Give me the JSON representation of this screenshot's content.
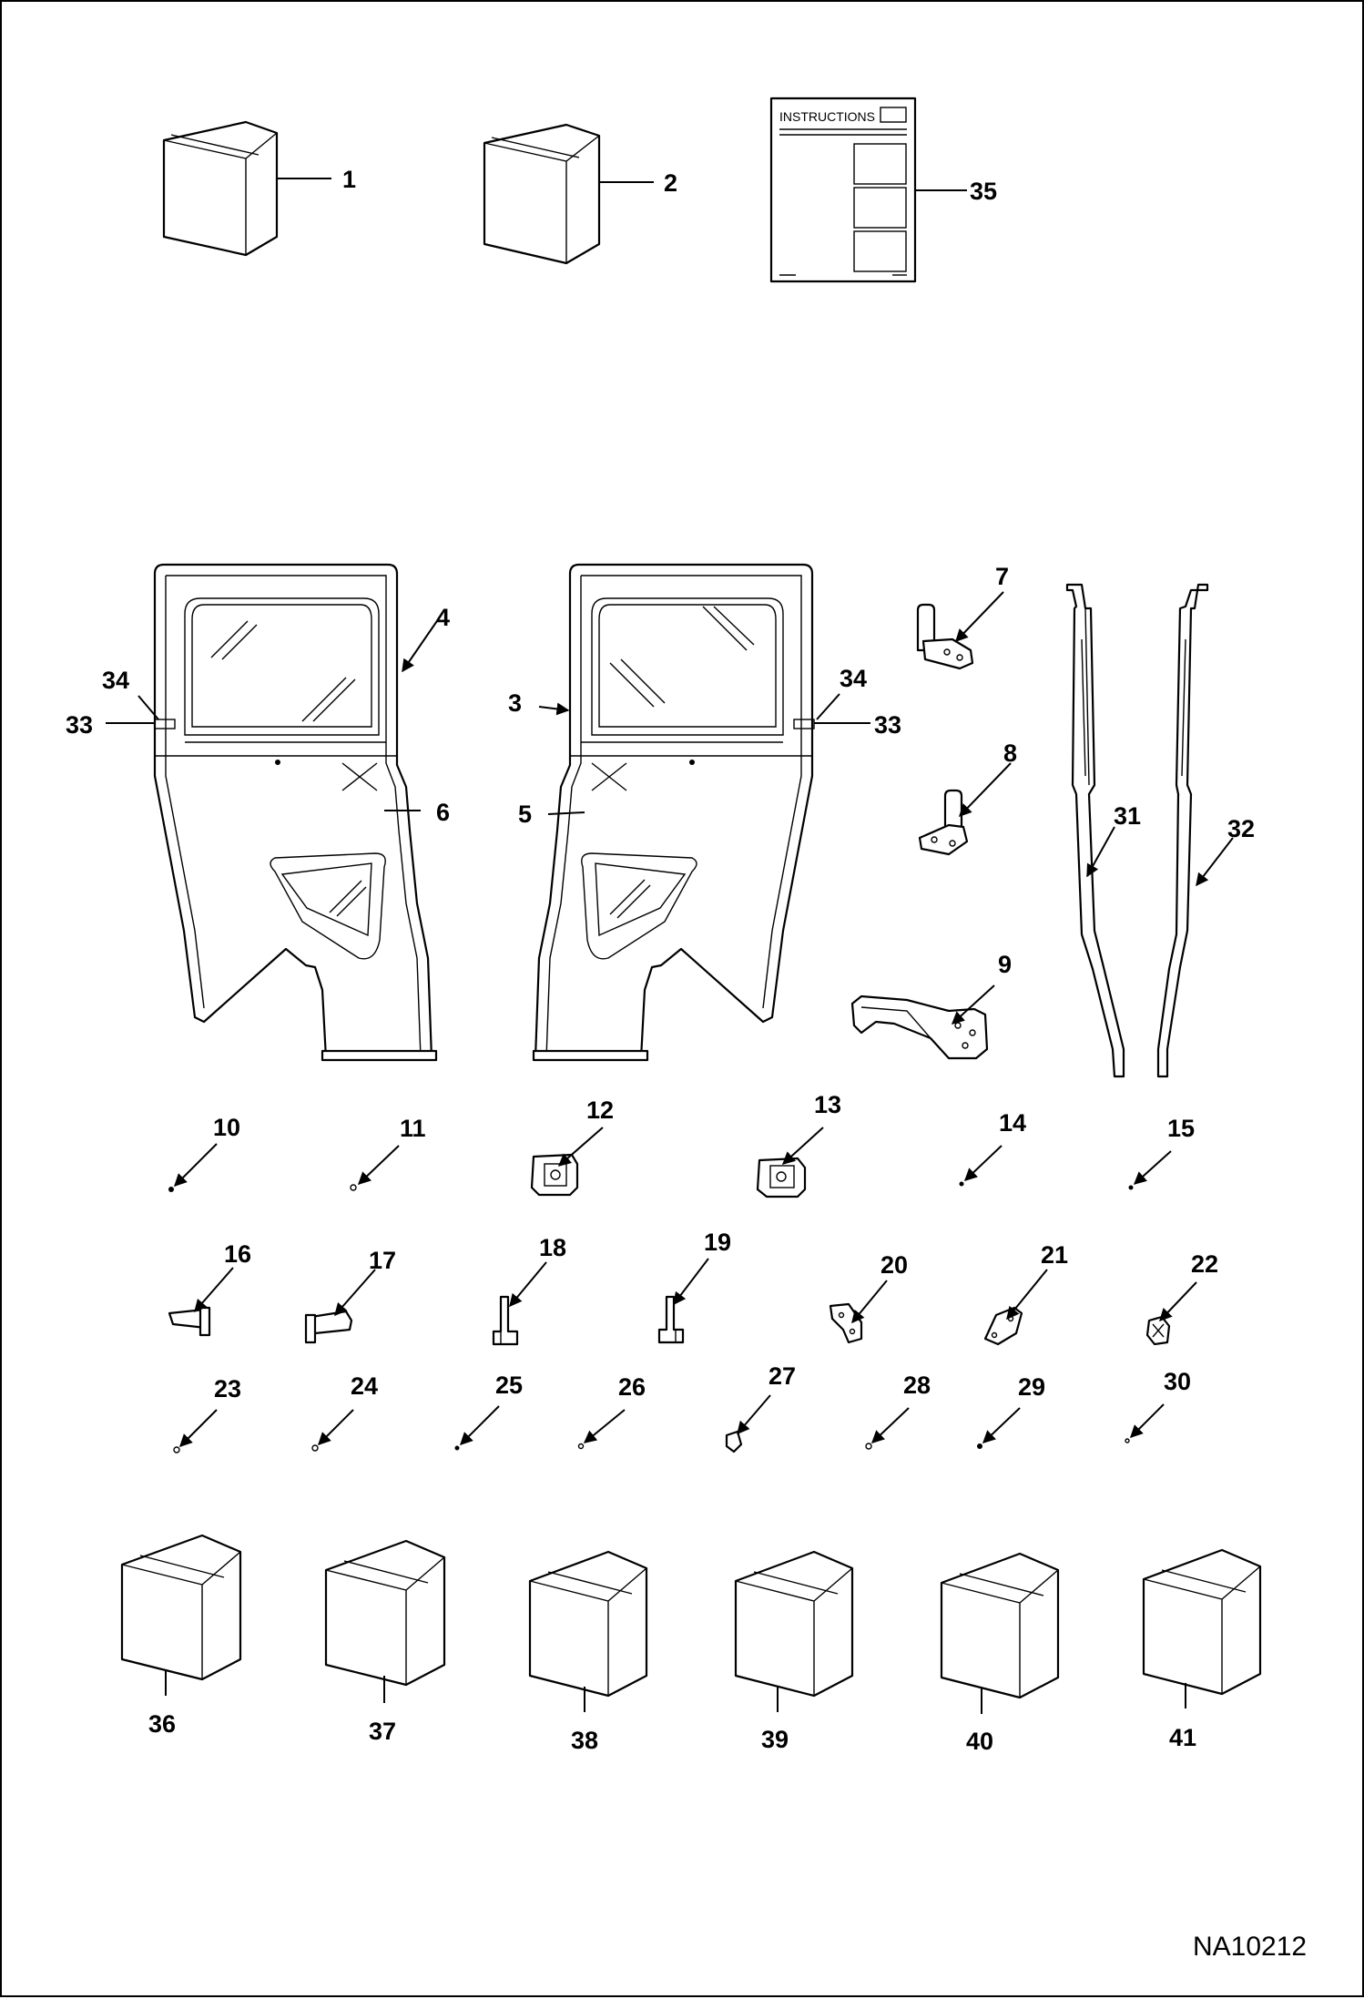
{
  "reference_code": "NA10212",
  "instructions_sheet": {
    "title": "INSTRUCTIONS"
  },
  "callouts": {
    "c1": "1",
    "c2": "2",
    "c3": "3",
    "c4": "4",
    "c5": "5",
    "c6": "6",
    "c7": "7",
    "c8": "8",
    "c9": "9",
    "c10": "10",
    "c11": "11",
    "c12": "12",
    "c13": "13",
    "c14": "14",
    "c15": "15",
    "c16": "16",
    "c17": "17",
    "c18": "18",
    "c19": "19",
    "c20": "20",
    "c21": "21",
    "c22": "22",
    "c23": "23",
    "c24": "24",
    "c25": "25",
    "c26": "26",
    "c27": "27",
    "c28": "28",
    "c29": "29",
    "c30": "30",
    "c31": "31",
    "c32": "32",
    "c33a": "33",
    "c33b": "33",
    "c34a": "34",
    "c34b": "34",
    "c35": "35",
    "c36": "36",
    "c37": "37",
    "c38": "38",
    "c39": "39",
    "c40": "40",
    "c41": "41"
  }
}
